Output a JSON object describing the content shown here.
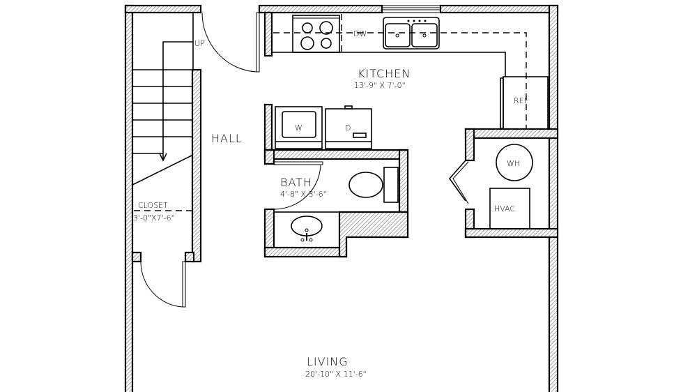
{
  "plan": {
    "rooms": {
      "kitchen": {
        "name": "KITCHEN",
        "dims": "13'-9\" X 7'-0\""
      },
      "hall": {
        "name": "HALL"
      },
      "bath": {
        "name": "BATH",
        "dims": "4'-8\" X 3'-6\""
      },
      "closet": {
        "name": "CLOSET",
        "dims": "3'-0\"X7'-6\""
      },
      "living": {
        "name": "LIVING",
        "dims": "20'-10\" X 11'-6\""
      }
    },
    "fixtures": {
      "stair": "UP",
      "dishwasher": "DW",
      "refrigerator": "REF",
      "washer": "W",
      "dryer": "D",
      "water_heater": "WH",
      "hvac": "HVAC"
    }
  }
}
